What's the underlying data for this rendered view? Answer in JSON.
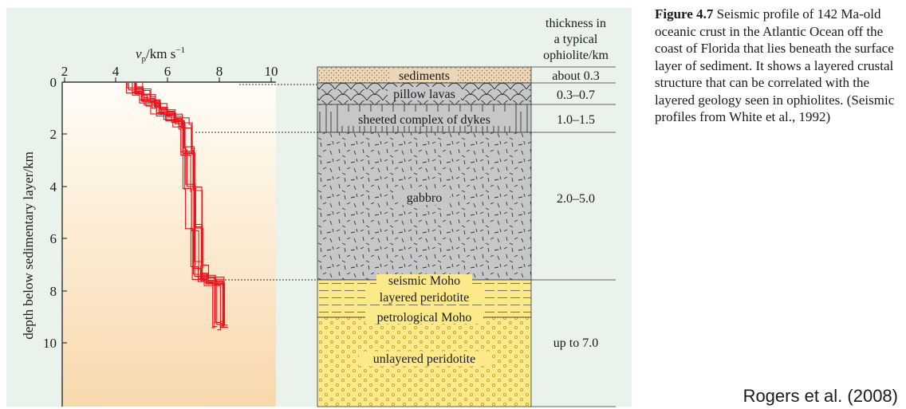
{
  "figure": {
    "axis": {
      "top_label_main": "v",
      "top_label_sub": "p",
      "top_label_unit": "/km s",
      "top_label_exp": "−1",
      "x_ticks": [
        "2",
        "4",
        "6",
        "8",
        "10"
      ],
      "y_label": "depth below sedimentary layer/km",
      "y_ticks": [
        "0",
        "2",
        "4",
        "6",
        "8",
        "10"
      ],
      "x_range": [
        2,
        10
      ],
      "y_range": [
        0,
        12
      ]
    },
    "column_header": [
      "thickness in",
      "a typical",
      "ophiolite/km"
    ],
    "layers": [
      {
        "label": "sediments",
        "thickness": "about 0.3"
      },
      {
        "label": "pillow lavas",
        "thickness": "0.3–0.7"
      },
      {
        "label": "sheeted complex of dykes",
        "thickness": "1.0–1.5"
      },
      {
        "label": "gabbro",
        "thickness": "2.0–5.0"
      },
      {
        "label": "seismic Moho",
        "thickness": ""
      },
      {
        "label": "layered peridotite",
        "thickness": ""
      },
      {
        "label": "petrological Moho",
        "thickness": ""
      },
      {
        "label": "unlayered peridotite",
        "thickness": "up to 7.0"
      }
    ],
    "colors": {
      "profile_line": "#e8141b",
      "sediments": "#e9d7b8",
      "crust_grey": "#c6c7c9",
      "peridotite_yellow": "#fce98a",
      "panel_bg": "#e9f3ec"
    }
  },
  "caption": {
    "label": "Figure 4.7",
    "text": "Seismic profile of 142 Ma-old oceanic crust in the Atlantic Ocean off the coast of Florida that lies beneath the surface layer of sediment. It shows a layered crustal structure that can be correlated with the layered geology seen in ophiolites. (Seismic profiles from White et al., 1992)"
  },
  "credit": "Rogers et al. (2008)"
}
